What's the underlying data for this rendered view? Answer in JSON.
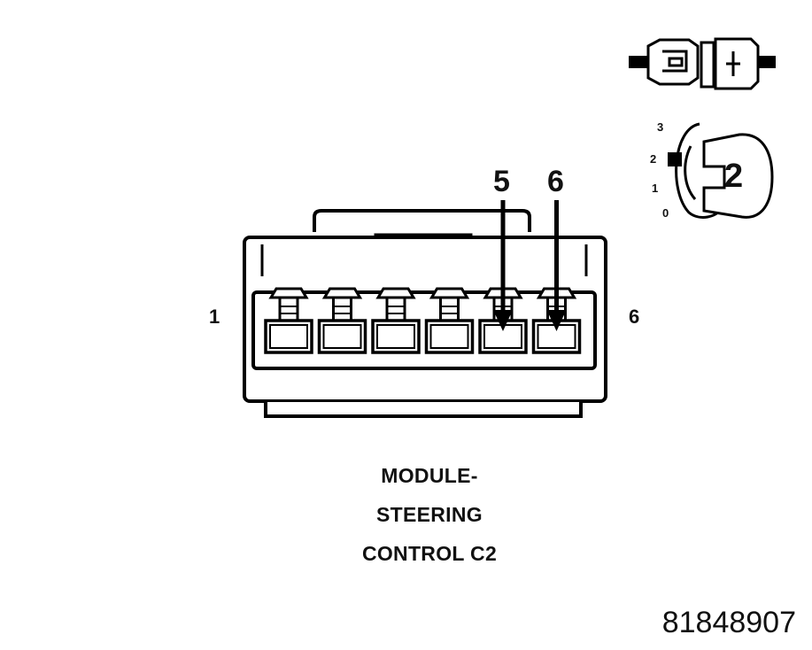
{
  "connector": {
    "pin_count": 6,
    "end_left_label": "1",
    "end_right_label": "6",
    "callouts": [
      "5",
      "6"
    ]
  },
  "key_icon": {
    "positions": [
      "3",
      "2",
      "1",
      "0"
    ],
    "color_code": "2"
  },
  "title_lines": [
    "MODULE-",
    "STEERING",
    "CONTROL C2"
  ],
  "figure_id": "81848907"
}
